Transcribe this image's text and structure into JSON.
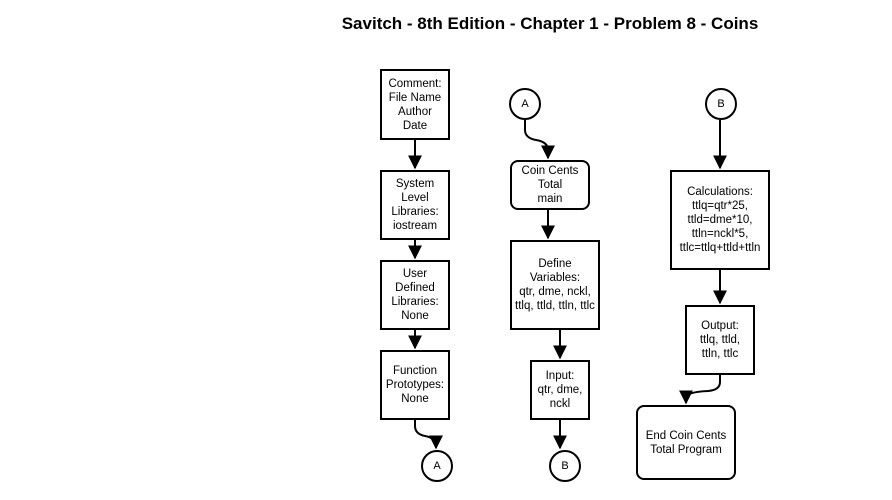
{
  "title": "Savitch - 8th Edition - Chapter 1 - Problem 8 - Coins",
  "nodes": {
    "comment": [
      "Comment:",
      "File Name",
      "Author",
      "Date"
    ],
    "system_libs": [
      "System",
      "Level",
      "Libraries:",
      "iostream"
    ],
    "user_libs": [
      "User",
      "Defined",
      "Libraries:",
      "None"
    ],
    "prototypes": [
      "Function",
      "Prototypes:",
      "None"
    ],
    "connector_a_out": "A",
    "connector_a_in": "A",
    "main": [
      "Coin Cents",
      "Total",
      "main"
    ],
    "define_vars": [
      "Define",
      "Variables:",
      "qtr, dme, nckl,",
      "ttlq, ttld, ttln, ttlc"
    ],
    "input": [
      "Input:",
      "qtr, dme,",
      "nckl"
    ],
    "connector_b_out": "B",
    "connector_b_in": "B",
    "calculations": [
      "Calculations:",
      "ttlq=qtr*25,",
      "ttld=dme*10,",
      "ttln=nckl*5,",
      "ttlc=ttlq+ttld+ttln"
    ],
    "output": [
      "Output:",
      "ttlq, ttld,",
      "ttln, ttlc"
    ],
    "end": [
      "End Coin Cents",
      "Total Program"
    ]
  }
}
